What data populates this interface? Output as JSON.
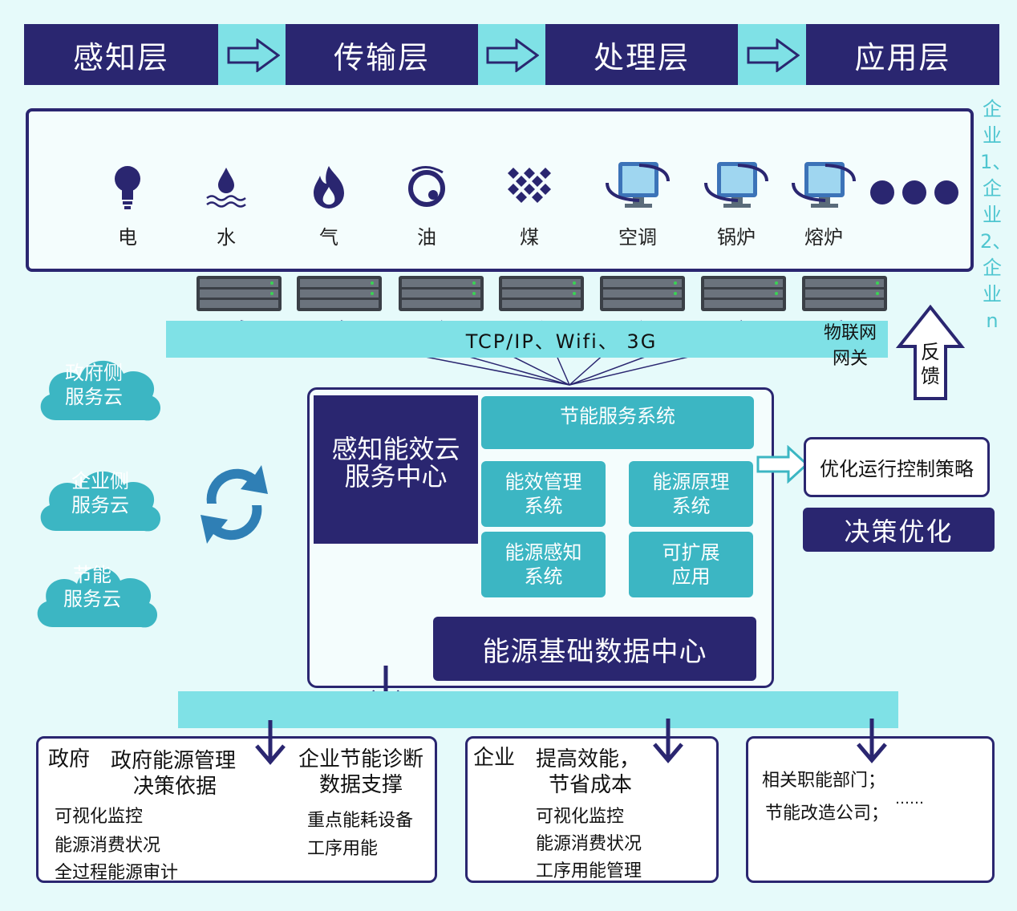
{
  "layers": [
    "感知层",
    "传输层",
    "处理层",
    "应用层"
  ],
  "sensing": {
    "items": [
      {
        "label": "电",
        "icon": "lightbulb-icon"
      },
      {
        "label": "水",
        "icon": "water-icon"
      },
      {
        "label": "气",
        "icon": "flame-icon"
      },
      {
        "label": "油",
        "icon": "oil-icon"
      },
      {
        "label": "煤",
        "icon": "coal-icon"
      },
      {
        "label": "空调",
        "icon": "monitor-icon"
      },
      {
        "label": "锅炉",
        "icon": "monitor-icon"
      },
      {
        "label": "熔炉",
        "icon": "monitor-icon"
      }
    ],
    "enterprises": "企业1、企业2、企业n"
  },
  "network": {
    "protocols": "TCP/IP、Wifi、 3G",
    "gateway_line1": "物联网",
    "gateway_line2": "网关"
  },
  "feedback": "反馈",
  "clouds": {
    "gov": [
      "政府侧",
      "服务云"
    ],
    "ent": [
      "企业侧",
      "服务云"
    ],
    "energy": [
      "节能",
      "服务云"
    ]
  },
  "platform": {
    "center_line1": "感知能效云",
    "center_line2": "服务中心",
    "service_system": "节能服务系统",
    "efficiency": [
      "能效管理",
      "系统"
    ],
    "principle": [
      "能源原理",
      "系统"
    ],
    "perception": [
      "能源感知",
      "系统"
    ],
    "extensible": [
      "可扩展",
      "应用"
    ],
    "datacenter": "能源基础数据中心"
  },
  "strategy": "优化运行控制策略",
  "decision": "决策优化",
  "government": {
    "title": "政府",
    "subtitle1": "政府能源管理",
    "subtitle2": "决策依据",
    "items": [
      "可视化监控",
      "能源消费状况",
      "全过程能源审计"
    ],
    "diag_title1": "企业节能诊断",
    "diag_title2": "数据支撑",
    "diag_items": [
      "重点能耗设备",
      "工序用能"
    ]
  },
  "enterprise": {
    "title": "企业",
    "subtitle1": "提高效能，",
    "subtitle2": "节省成本",
    "items": [
      "可视化监控",
      "能源消费状况",
      "工序用能管理"
    ]
  },
  "other": {
    "line1": "相关职能部门；",
    "line2": "节能改造公司；",
    "ellipsis": "……"
  },
  "colors": {
    "navy": "#2a2670",
    "teal": "#3cb6c3",
    "light_teal": "#7fe1e6",
    "background": "#e6fafa"
  }
}
